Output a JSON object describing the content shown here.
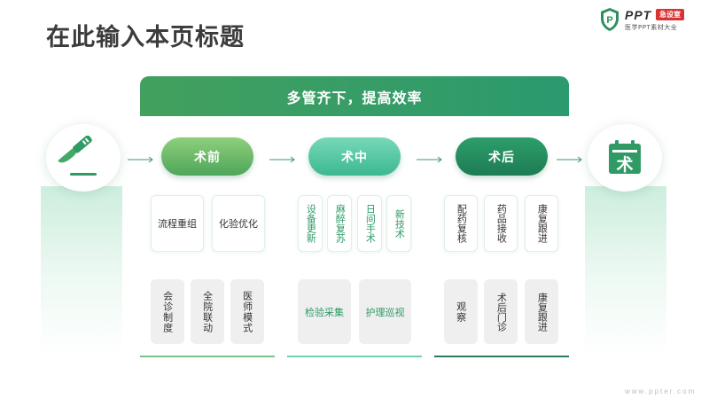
{
  "title": "在此输入本页标题",
  "logo": {
    "brand": "PPT",
    "badge": "急设室",
    "subtitle": "医学PPT素材大全"
  },
  "banner": "多管齐下，提高效率",
  "side_icons": {
    "left": "scalpel-icon",
    "right": "surgery-sign-icon",
    "right_glyph": "术"
  },
  "phases": [
    {
      "label": "术前",
      "top_items": [
        "流程重组",
        "化验优化"
      ],
      "bottom_items": [
        "会诊制度",
        "全院联动",
        "医师模式"
      ]
    },
    {
      "label": "术中",
      "top_items": [
        "设备更新",
        "麻醉复苏",
        "日间手术",
        "新技术"
      ],
      "bottom_items": [
        "检验采集",
        "护理巡视"
      ]
    },
    {
      "label": "术后",
      "top_items": [
        "配药复核",
        "药品接收",
        "康复跟进"
      ],
      "bottom_items": [
        "观察",
        "术后门诊",
        "康复跟进"
      ]
    }
  ],
  "footer": "www.ppter.com",
  "colors": {
    "primary_green": "#3c9a62",
    "banner_start": "#43a05e",
    "banner_end": "#2b9a6e",
    "phase1": "#5aaf62",
    "phase2": "#48c09a",
    "phase3": "#237f56",
    "card_grey": "#efefef"
  }
}
